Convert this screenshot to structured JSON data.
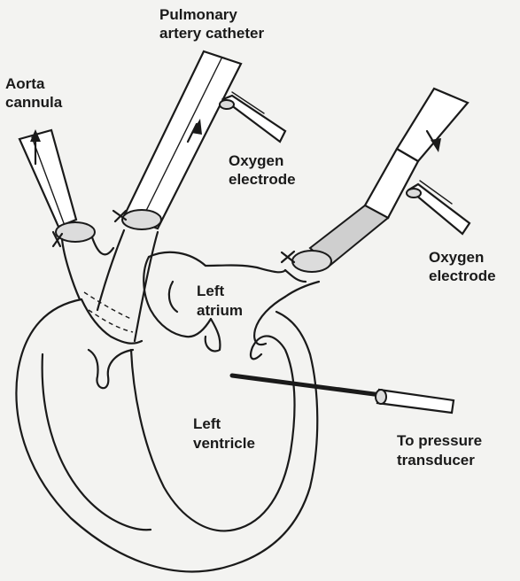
{
  "labels": {
    "pulmonary_catheter_line1": "Pulmonary",
    "pulmonary_catheter_line2": "artery catheter",
    "aorta_line1": "Aorta",
    "aorta_line2": "cannula",
    "oxygen_electrode_1_line1": "Oxygen",
    "oxygen_electrode_1_line2": "electrode",
    "oxygen_electrode_2_line1": "Oxygen",
    "oxygen_electrode_2_line2": "electrode",
    "left_atrium_line1": "Left",
    "left_atrium_line2": "atrium",
    "left_ventricle_line1": "Left",
    "left_ventricle_line2": "ventricle",
    "pressure_line1": "To pressure",
    "pressure_line2": "transducer"
  },
  "colors": {
    "ink": "#1a1a1a",
    "paper": "#f3f3f1"
  }
}
